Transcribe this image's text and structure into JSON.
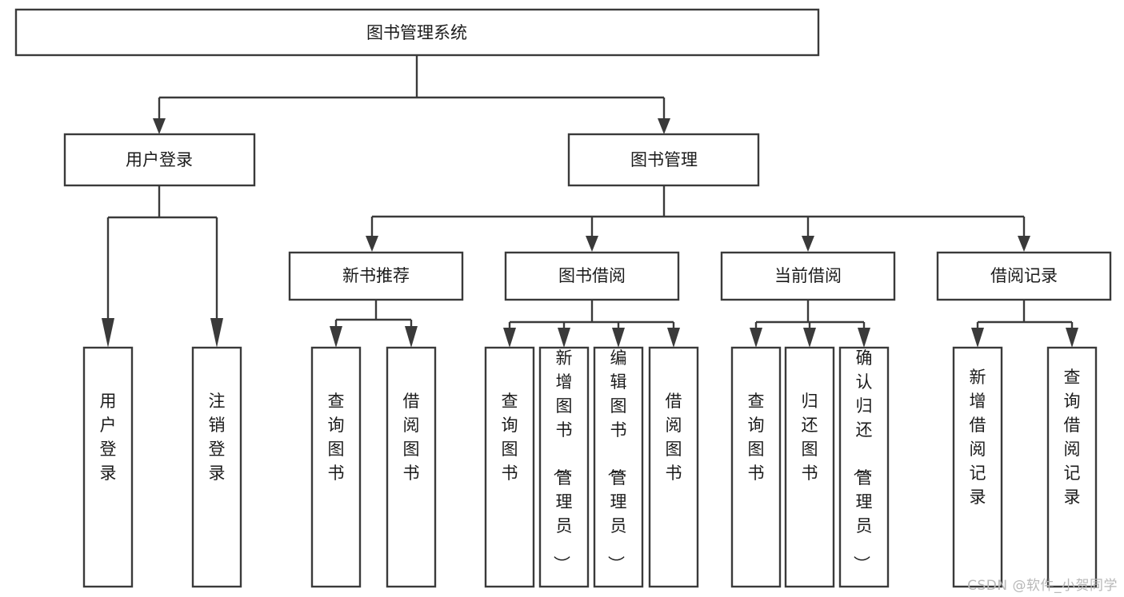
{
  "diagram": {
    "title": "图书管理系统",
    "type": "tree-hierarchy-diagram",
    "colors": {
      "background": "#ffffff",
      "box_border": "#3a3a3a",
      "box_fill": "#ffffff",
      "text": "#1b1b1b",
      "watermark": "#b8b8b8"
    },
    "root": {
      "label": "图书管理系统"
    },
    "level2": [
      {
        "label": "用户登录"
      },
      {
        "label": "图书管理"
      }
    ],
    "level3": [
      {
        "label": "新书推荐"
      },
      {
        "label": "图书借阅"
      },
      {
        "label": "当前借阅"
      },
      {
        "label": "借阅记录"
      }
    ],
    "leaves": {
      "user_login": [
        {
          "label": "用户登录"
        },
        {
          "label": "注销登录"
        }
      ],
      "new_book_recommend": [
        {
          "label": "查询图书"
        },
        {
          "label": "借阅图书"
        }
      ],
      "book_borrow": [
        {
          "label": "查询图书"
        },
        {
          "label": "新增图书（管理员）"
        },
        {
          "label": "编辑图书（管理员）"
        },
        {
          "label": "借阅图书"
        }
      ],
      "current_borrow": [
        {
          "label": "查询图书"
        },
        {
          "label": "归还图书"
        },
        {
          "label": "确认归还（管理员）"
        }
      ],
      "borrow_records": [
        {
          "label": "新增借阅记录"
        },
        {
          "label": "查询借阅记录"
        }
      ]
    }
  },
  "watermark": {
    "text": "CSDN @软件_小贺同学"
  }
}
